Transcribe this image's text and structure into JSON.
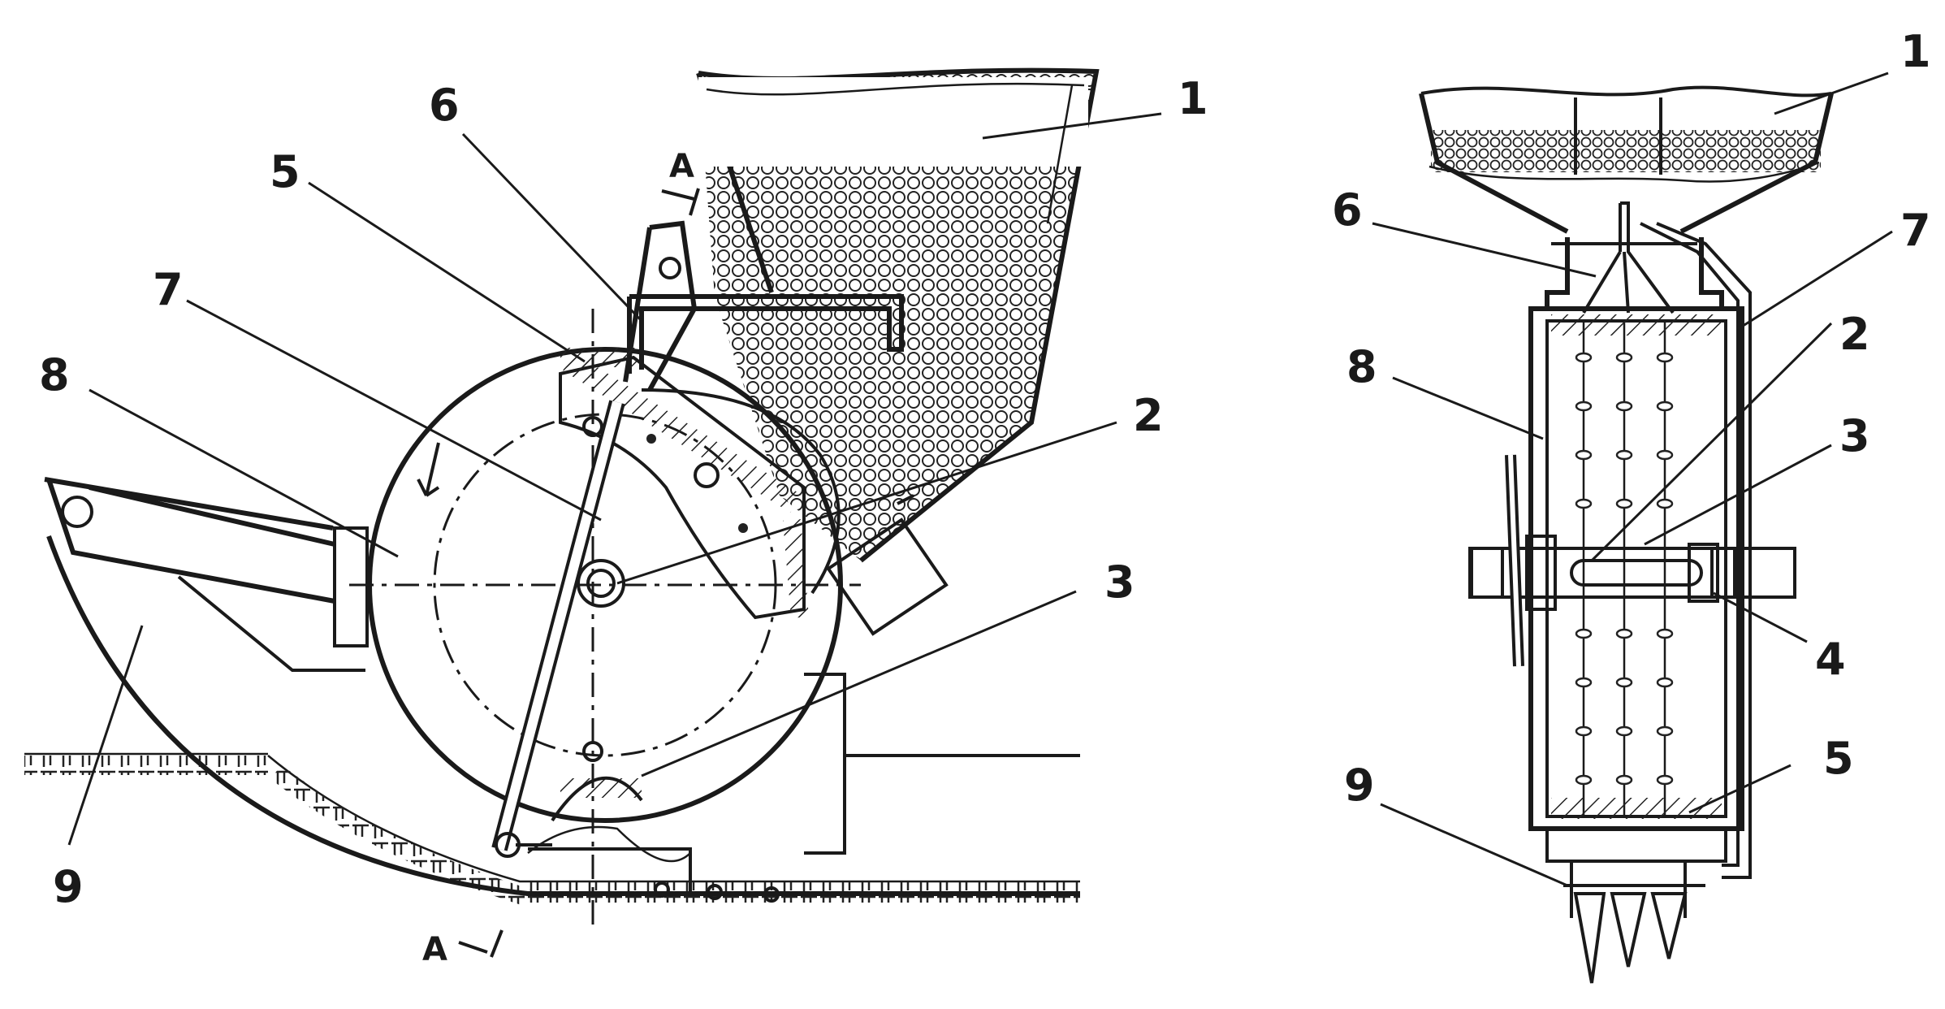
{
  "left_view": {
    "labels": [
      "1",
      "2",
      "3",
      "5",
      "6",
      "7",
      "8",
      "9"
    ],
    "section_marker": "A"
  },
  "right_view": {
    "labels": [
      "1",
      "2",
      "3",
      "4",
      "5",
      "6",
      "7",
      "8",
      "9"
    ]
  }
}
